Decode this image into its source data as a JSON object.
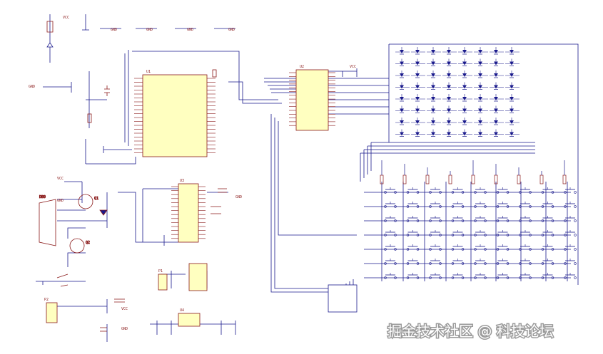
{
  "watermark": {
    "text": "掘金技术社区 @ 科技论坛"
  },
  "labels": {
    "gnd1": "GND",
    "gnd2": "GND",
    "gnd3": "GND",
    "gnd4": "GND",
    "gnd5": "GND",
    "gnd6": "GND",
    "gnd7": "GND",
    "gnd8": "GND",
    "vcc1": "VCC",
    "vcc2": "VCC",
    "vcc3": "VCC",
    "vcc4": "VCC",
    "mcu": "U1",
    "latch": "U2",
    "max232": "U3",
    "reg": "U4",
    "db9": "DB9",
    "q1": "Q1",
    "q2": "Q2",
    "p1": "P1",
    "p2": "P2"
  },
  "colors": {
    "wire": "#1a1a8c",
    "ic_fill": "#ffffc0",
    "ic_stroke": "#8a1a1a",
    "component": "#8a1a1a",
    "led": "#1a1a8c",
    "watermark_bg": "#9a9a9a"
  }
}
